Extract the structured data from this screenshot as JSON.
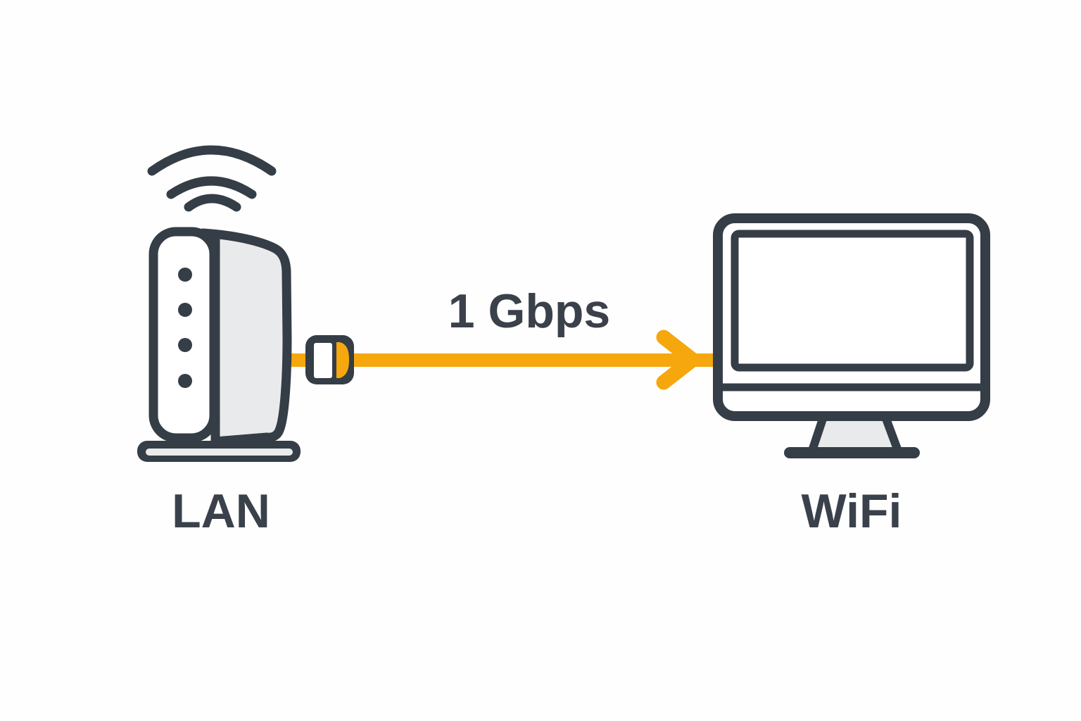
{
  "page": {
    "background": "#fefefe"
  },
  "colors": {
    "outline": "#353d46",
    "accent": "#f6a70d",
    "fill_light": "#e9eaeb",
    "text": "#3a414b"
  },
  "diagram": {
    "source": {
      "id": "lan",
      "label": "LAN",
      "icon": "wireless-router-icon"
    },
    "target": {
      "id": "wifi",
      "label": "WiFi",
      "icon": "desktop-monitor-icon"
    },
    "link": {
      "label": "1 Gbps",
      "direction": "left-to-right",
      "style": "orange-arrow",
      "plug": "ethernet-plug-icon"
    }
  }
}
